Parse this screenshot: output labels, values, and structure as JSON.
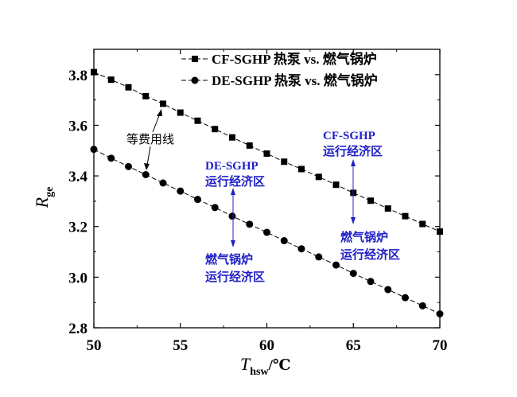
{
  "chart_data": {
    "type": "line",
    "x": [
      50,
      51,
      52,
      53,
      54,
      55,
      56,
      57,
      58,
      59,
      60,
      61,
      62,
      63,
      64,
      65,
      66,
      67,
      68,
      69,
      70
    ],
    "series": [
      {
        "name": "CF-SGHP 热泵 vs. 燃气锅炉",
        "marker": "square",
        "values": [
          3.81,
          3.78,
          3.75,
          3.715,
          3.685,
          3.65,
          3.618,
          3.585,
          3.552,
          3.52,
          3.488,
          3.456,
          3.427,
          3.396,
          3.365,
          3.333,
          3.302,
          3.271,
          3.241,
          3.21,
          3.18
        ]
      },
      {
        "name": "DE-SGHP 热泵 vs. 燃气锅炉",
        "marker": "circle",
        "values": [
          3.505,
          3.47,
          3.437,
          3.405,
          3.372,
          3.34,
          3.307,
          3.275,
          3.241,
          3.209,
          3.177,
          3.144,
          3.112,
          3.08,
          3.048,
          3.015,
          2.983,
          2.951,
          2.919,
          2.887,
          2.855
        ]
      }
    ],
    "xlabel": "T",
    "xlabel_sub": "hsw",
    "xlabel_unit": "/℃",
    "ylabel": "R",
    "ylabel_sub": "ge",
    "xlim": [
      50,
      70
    ],
    "ylim": [
      2.8,
      3.9
    ],
    "xticks": [
      "50",
      "55",
      "60",
      "65",
      "70"
    ],
    "yticks": [
      "2.8",
      "3.0",
      "3.2",
      "3.4",
      "3.6",
      "3.8"
    ],
    "annotations": {
      "iso_cost_line": "等费用线",
      "cf_region_line1": "CF-SGHP",
      "cf_region_line2": "运行经济区",
      "de_region_line1": "DE-SGHP",
      "de_region_line2": "运行经济区",
      "gas_region_right_line1": "燃气锅炉",
      "gas_region_right_line2": "运行经济区",
      "gas_region_left_line1": "燃气锅炉",
      "gas_region_left_line2": "运行经济区"
    },
    "colors": {
      "annotation_blue": "#2020c8",
      "line": "#000000"
    },
    "grid": false,
    "legend_position": "top-right"
  }
}
